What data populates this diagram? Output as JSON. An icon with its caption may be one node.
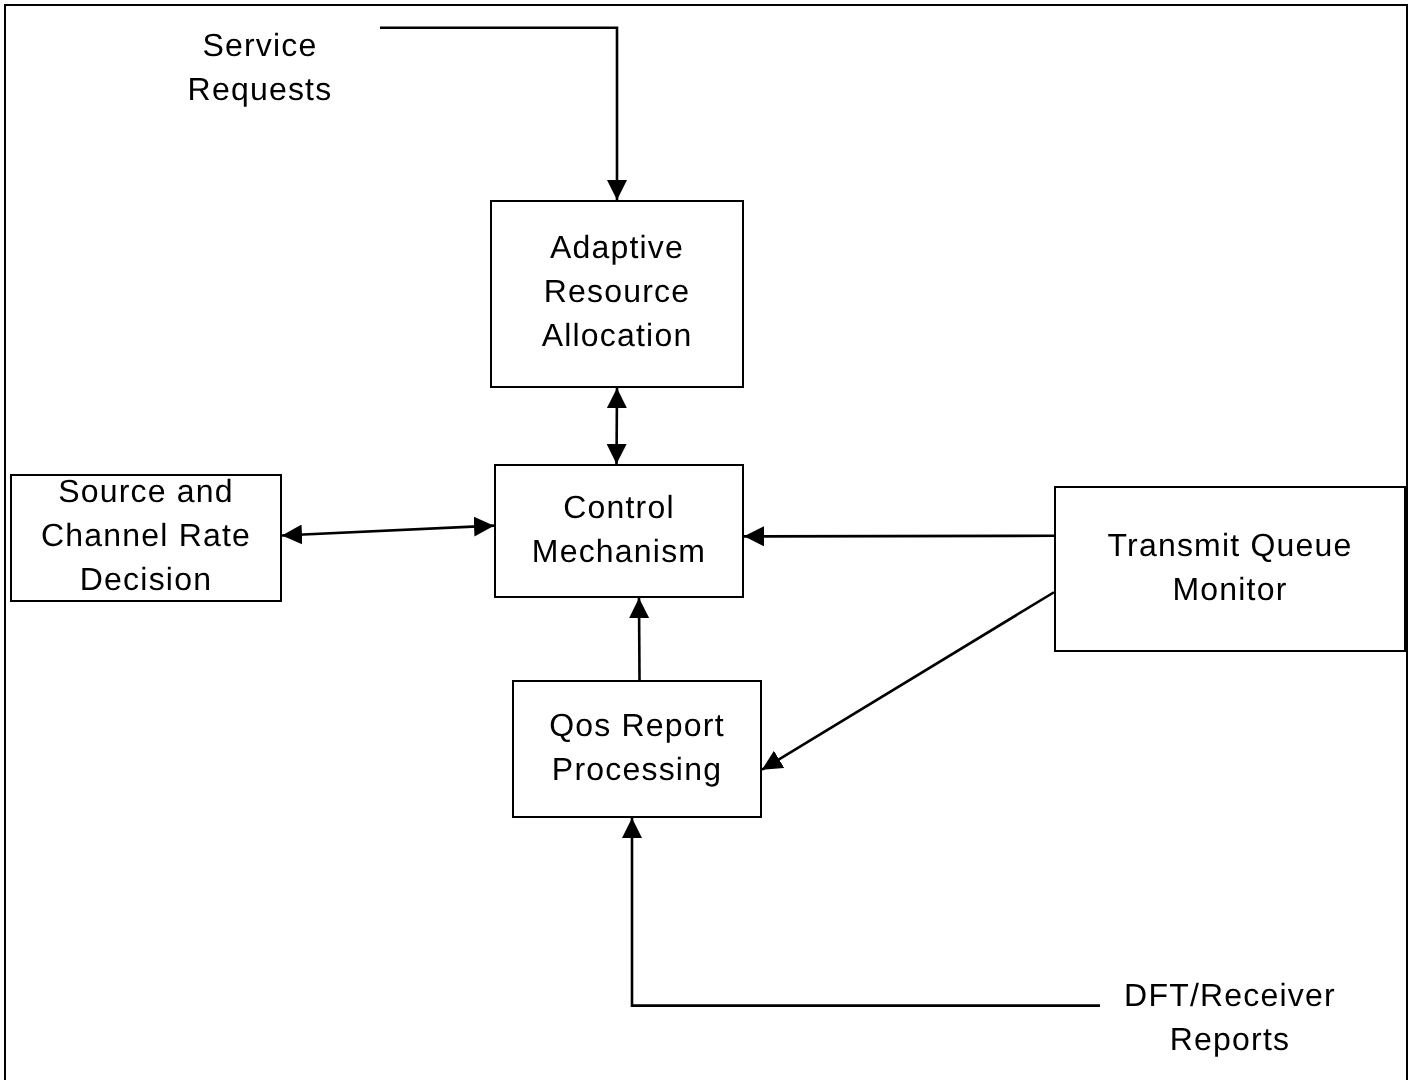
{
  "diagram": {
    "nodes": [
      {
        "text": [
          "Service Requests"
        ]
      },
      {
        "text": [
          "Adaptive Resource Allocation"
        ]
      },
      {
        "text": [
          "Source and Channel Rate Decision"
        ]
      },
      {
        "text": [
          "Control Mechanism"
        ]
      },
      {
        "text": [
          "Transmit Queue Monitor"
        ]
      },
      {
        "text": [
          "Qos Report Processing"
        ]
      },
      {
        "text": [
          "DFT/Receiver Reports"
        ]
      }
    ],
    "edges": [
      {
        "from": 0,
        "to": 1,
        "arrow": "to"
      },
      {
        "from": 1,
        "to": 3,
        "arrow": "both"
      },
      {
        "from": 2,
        "to": 3,
        "arrow": "both"
      },
      {
        "from": 4,
        "to": 3,
        "arrow": "to"
      },
      {
        "from": 4,
        "to": 5,
        "arrow": "to"
      },
      {
        "from": 5,
        "to": 3,
        "arrow": "to"
      },
      {
        "from": 6,
        "to": 5,
        "arrow": "to"
      }
    ]
  }
}
